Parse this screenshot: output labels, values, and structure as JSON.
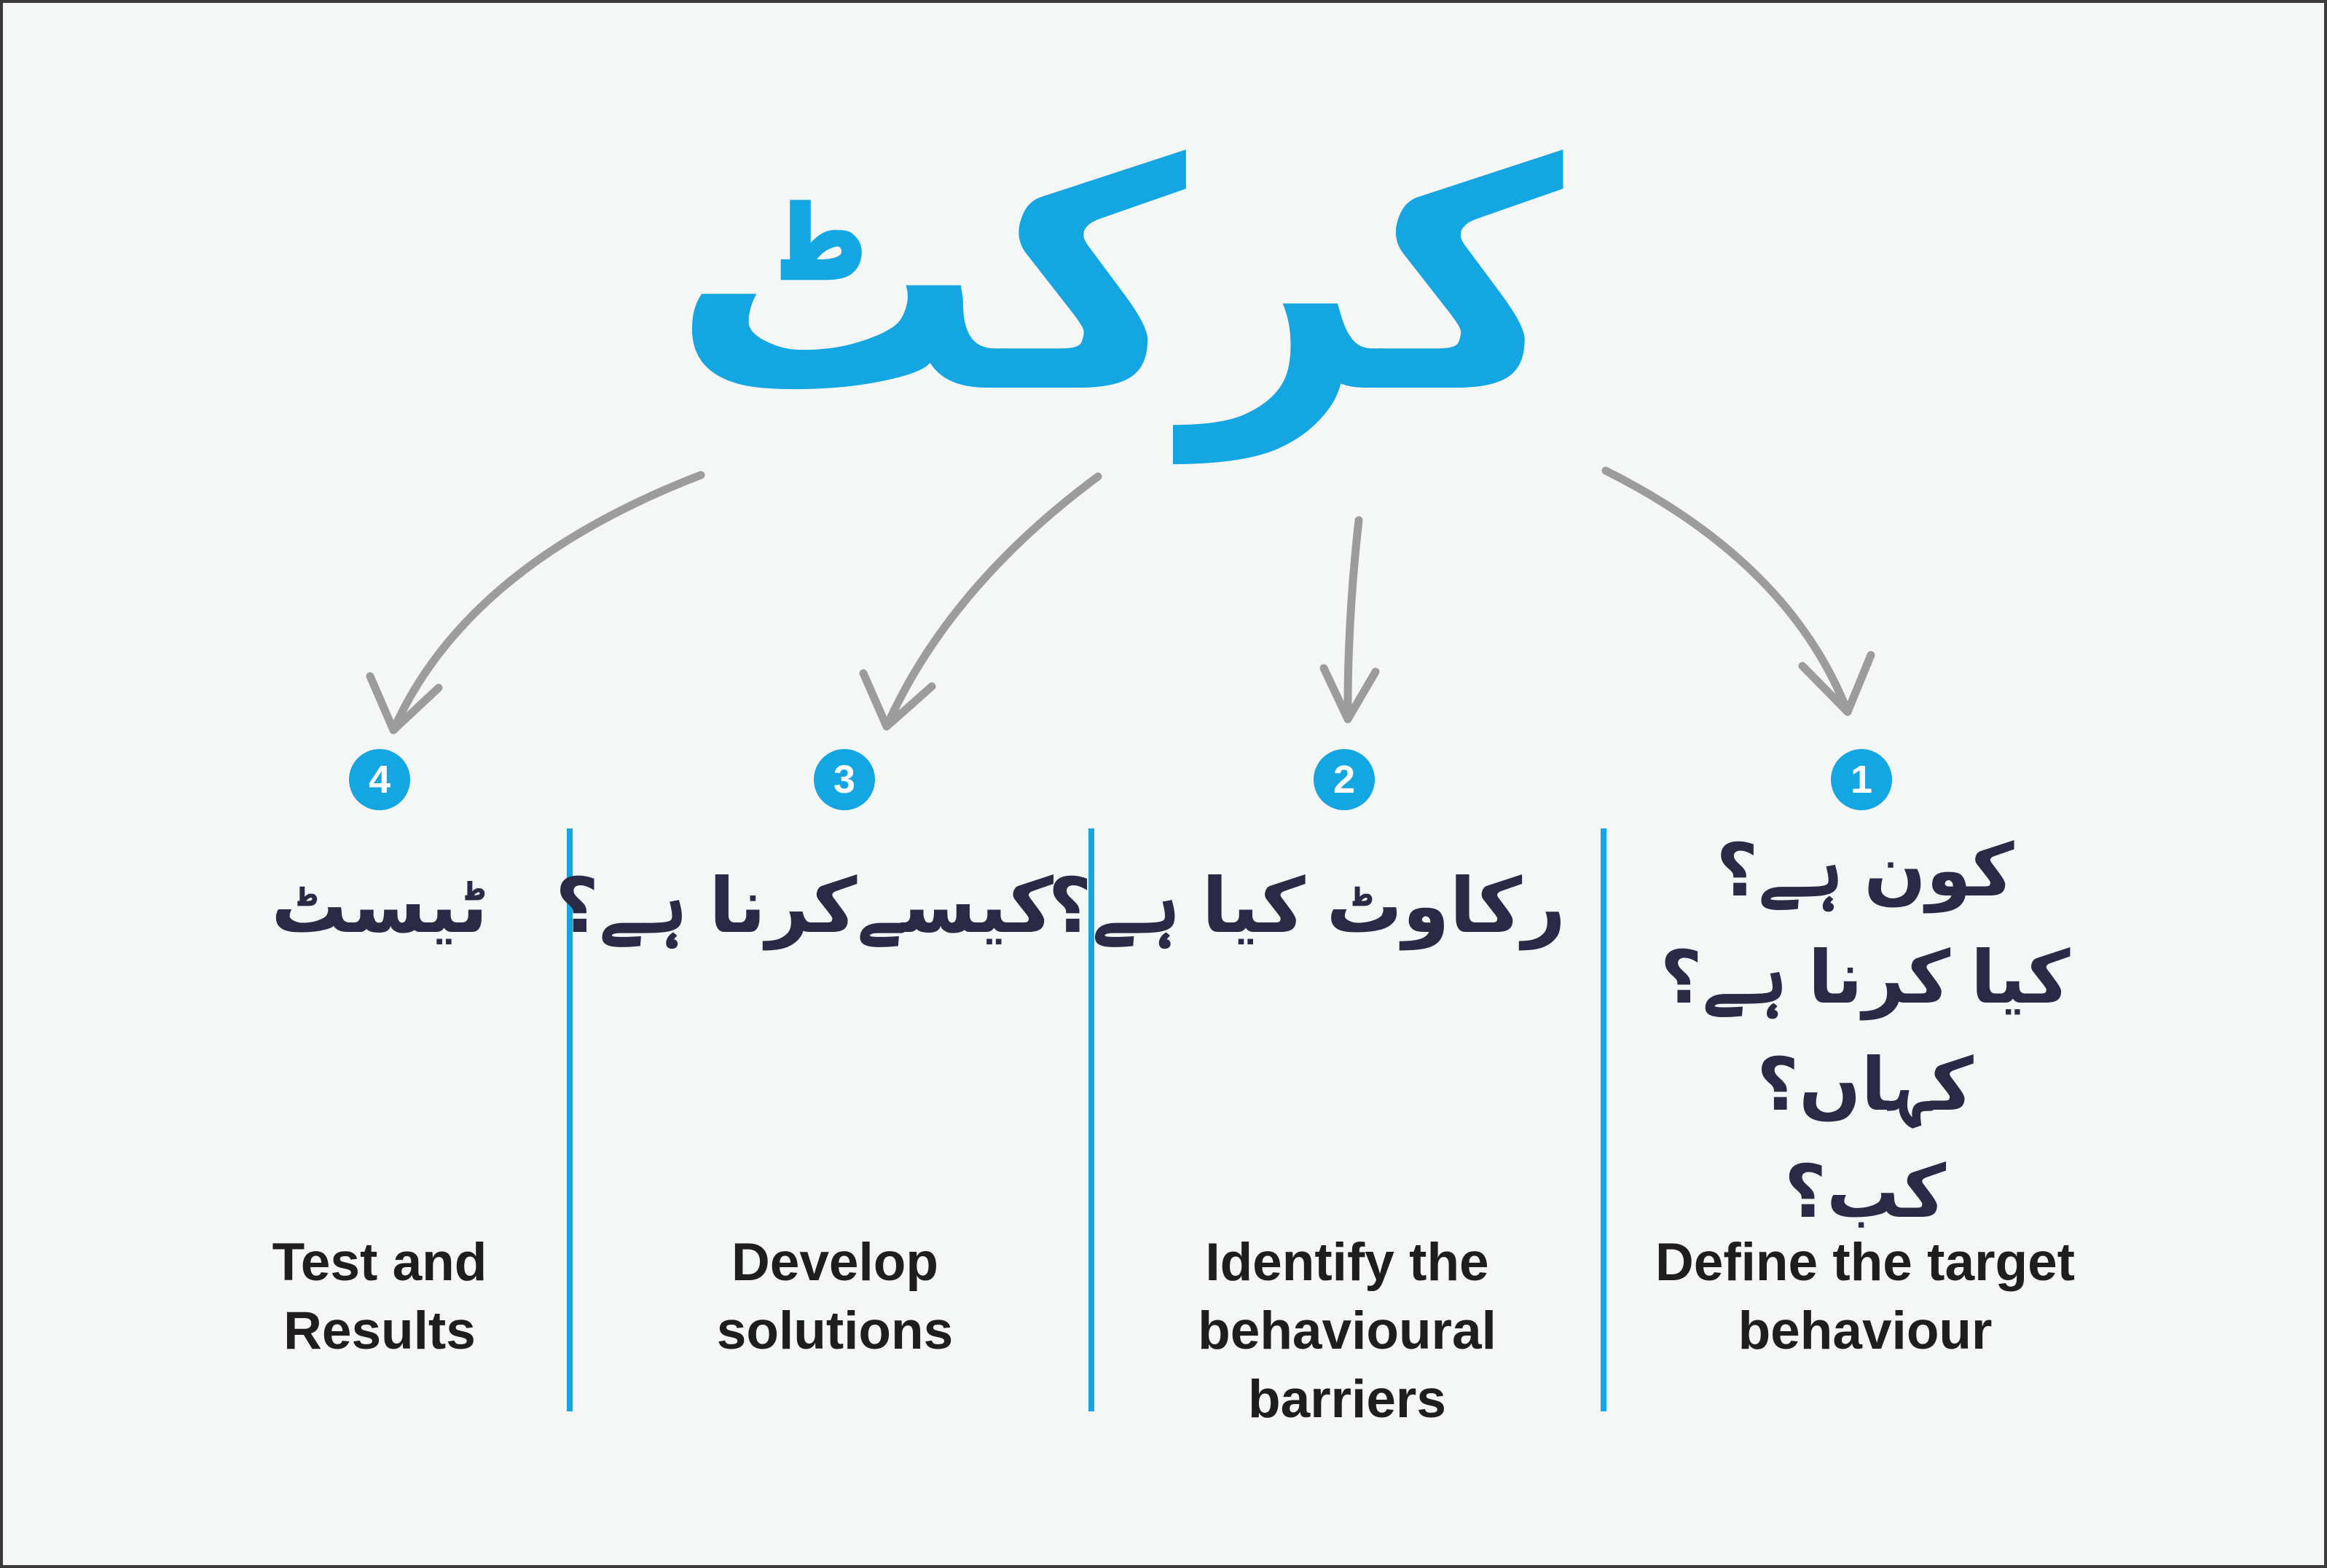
{
  "canvas": {
    "background": "#f5f6f6",
    "border_color": "#3b3b3b"
  },
  "title": {
    "text": "کرکٹ",
    "color": "#14a5e3"
  },
  "colors": {
    "accent_blue": "#14a5e3",
    "urdu_text": "#2a2a47",
    "english_text": "#201d1f",
    "arrow_gray": "#9c9c9c"
  },
  "steps": [
    {
      "number": "4",
      "urdu_lines": [
        "ٹیسٹ"
      ],
      "english_lines": [
        "Test and",
        "Results"
      ]
    },
    {
      "number": "3",
      "urdu_lines": [
        "کیسےکرنا ہے؟"
      ],
      "english_lines": [
        "Develop",
        "solutions"
      ]
    },
    {
      "number": "2",
      "urdu_lines": [
        "رکاوٹ کیا ہے؟"
      ],
      "english_lines": [
        "Identify the",
        "behavioural",
        "barriers"
      ]
    },
    {
      "number": "1",
      "urdu_lines": [
        "کون ہے؟",
        "کیا کرنا ہے؟",
        "کہاں؟",
        "کب؟"
      ],
      "english_lines": [
        "Define the target",
        "behaviour"
      ]
    }
  ]
}
